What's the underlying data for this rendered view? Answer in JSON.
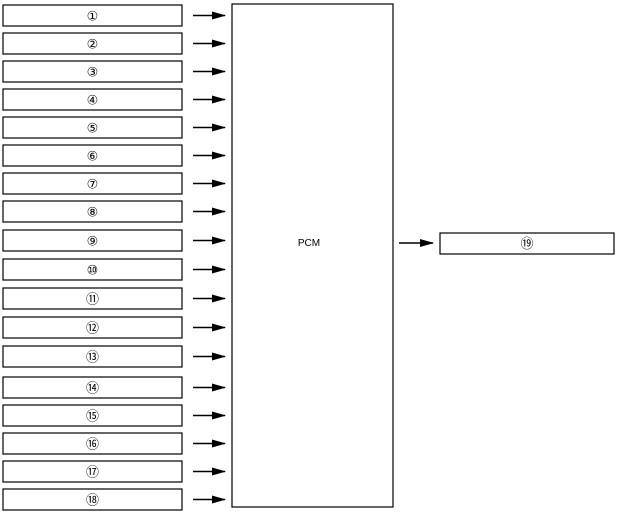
{
  "diagram": {
    "inputs": [
      "①",
      "②",
      "③",
      "④",
      "⑤",
      "⑥",
      "⑦",
      "⑧",
      "⑨",
      "⑩",
      "⑪",
      "⑫",
      "⑬",
      "⑭",
      "⑮",
      "⑯",
      "⑰",
      "⑱"
    ],
    "controller_label": "PCM",
    "output_label": "⑲"
  }
}
